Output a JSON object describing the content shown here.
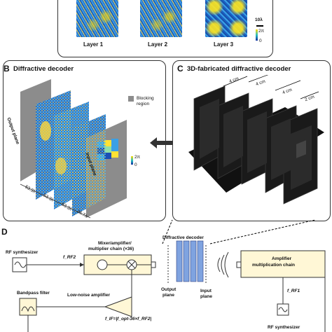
{
  "panel_a": {
    "layers": [
      "Layer 1",
      "Layer 2",
      "Layer 3"
    ],
    "scale_bar": "10λ",
    "colorbar_max": "2π",
    "colorbar_min": "0"
  },
  "panel_b": {
    "letter": "B",
    "title": "Diffractive decoder",
    "output_plane": "Output plane",
    "input_plane": "Input plane",
    "blocking_region": "Blocking region",
    "colorbar_max": "2π",
    "colorbar_min": "0",
    "dist1": "53.3λ",
    "dist2": "53.3λ",
    "dist3": "53.3λ",
    "dist4": "26.7λ"
  },
  "panel_c": {
    "letter": "C",
    "title": "3D-fabricated diffractive decoder",
    "d1": "4 cm",
    "d2": "4 cm",
    "d3": "4 cm",
    "d4": "2 cm"
  },
  "panel_d": {
    "letter": "D",
    "rf_synth_left": "RF synthesizer",
    "f_rf2": "f_RF2",
    "mixer_chain": "Mixer/amplifier/",
    "mixer_chain2": "multiplier chain (×36)",
    "diffractive_decoder": "Diffractive decoder",
    "output_plane": "Output",
    "output_plane2": "plane",
    "input_plane": "Input",
    "input_plane2": "plane",
    "amplifier_chain": "Amplifier",
    "amplifier_chain2": "multiplication chain",
    "f_rf1": "f_RF1",
    "rf_synth_right": "RF synthesizer",
    "bandpass": "Bandpass filter",
    "lna": "Low-noise amplifier",
    "f_if": "f_IF=|f_opt-36×f_RF2|"
  },
  "colors": {
    "accent_gray": "#8c8c8c",
    "box_fill": "#fff7d6",
    "border": "#333333"
  }
}
